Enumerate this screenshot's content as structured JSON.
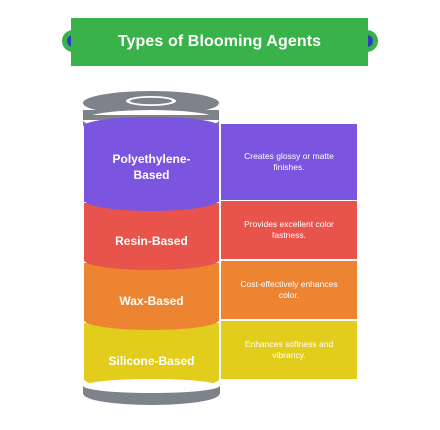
{
  "title": "Types of Blooming Agents",
  "colors": {
    "banner": "#38b249",
    "dot": "#2a3fbf",
    "cap": "#7e828b",
    "polyethylene": "#7b55e0",
    "resin": "#e8534c",
    "wax": "#ec8431",
    "silicone": "#e3cd1c"
  },
  "layers": [
    {
      "label": "Polyethylene-\nBased",
      "description": "Creates glossy or matte finishes."
    },
    {
      "label": "Resin-Based",
      "description": "Provides excellent color fastness."
    },
    {
      "label": "Wax-Based",
      "description": "Cost-effectively enhances color."
    },
    {
      "label": "Silicone-Based",
      "description": "Enhances softness and vibrancy."
    }
  ]
}
